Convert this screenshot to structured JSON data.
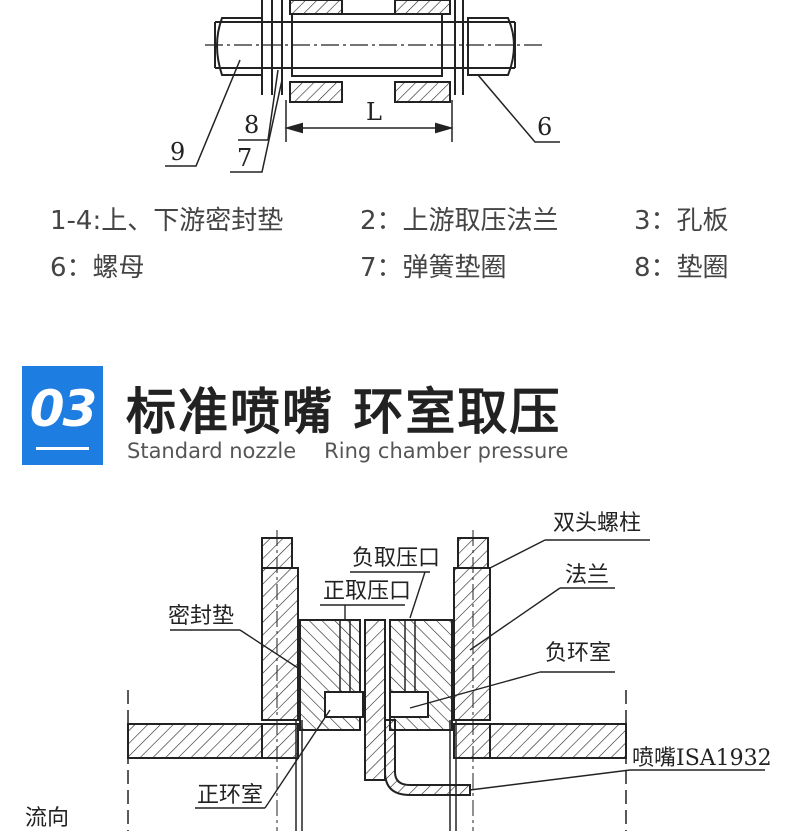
{
  "top_drawing": {
    "labels": {
      "l": "L",
      "n6": "6",
      "n7": "7",
      "n8": "8",
      "n9": "9"
    }
  },
  "legend": [
    {
      "text": "1-4:上、下游密封垫"
    },
    {
      "text": "2：上游取压法兰"
    },
    {
      "text": "3：孔板"
    },
    {
      "text": "6：螺母"
    },
    {
      "text": "7：弹簧垫圈"
    },
    {
      "text": "8：垫圈"
    }
  ],
  "section": {
    "number": "03",
    "title_cn": "标准喷嘴 环室取压",
    "title_en_1": "Standard nozzle",
    "title_en_2": "Ring chamber pressure",
    "accent_color": "#1e7de0"
  },
  "bottom_drawing": {
    "labels": {
      "stud": "双头螺柱",
      "neg_tap": "负取压口",
      "pos_tap": "正取压口",
      "gasket": "密封垫",
      "flange": "法兰",
      "neg_chamber": "负环室",
      "nozzle": "喷嘴ISA1932",
      "pos_chamber": "正环室",
      "flow": "流向"
    }
  }
}
